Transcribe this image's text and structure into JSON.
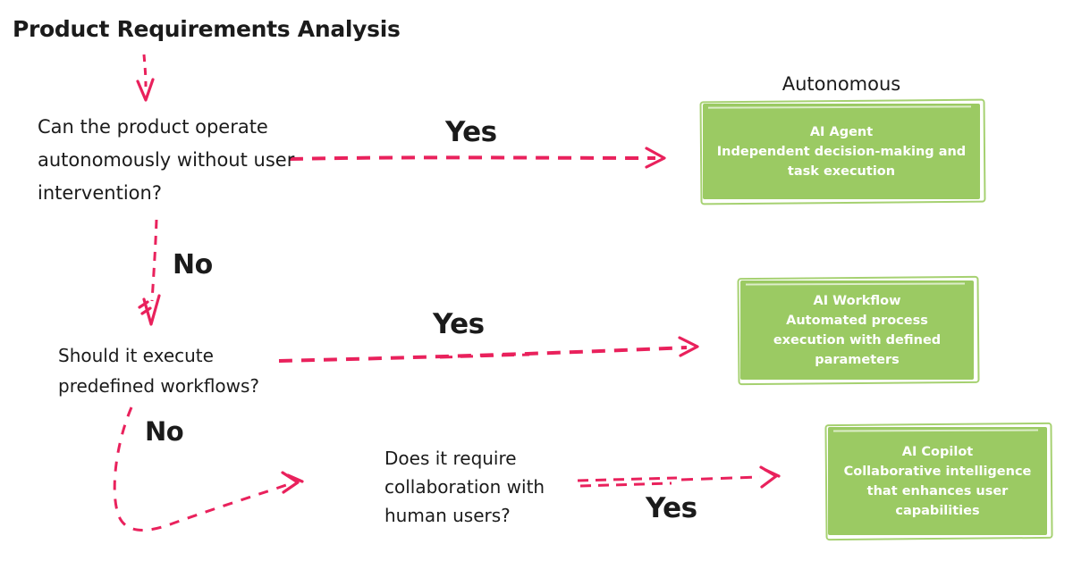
{
  "flow": {
    "title": "Product Requirements Analysis",
    "q1": {
      "text": "Can the product operate autonomously without user intervention?",
      "yes_label": "Yes",
      "no_label": "No"
    },
    "q2": {
      "text": "Should it execute predefined workflows?",
      "yes_label": "Yes",
      "no_label": "No"
    },
    "q3": {
      "text": "Does it require collaboration with human users?",
      "yes_label": "Yes"
    },
    "branch_label": "Autonomous",
    "outcomes": {
      "agent": {
        "name": "AI Agent",
        "description": "Independent decision-making and task execution"
      },
      "workflow": {
        "name": "AI Workflow",
        "description": "Automated process execution with defined parameters"
      },
      "copilot": {
        "name": "AI Copilot",
        "description": "Collaborative intelligence that enhances user capabilities"
      }
    }
  },
  "colors": {
    "arrow": "#e9215c",
    "box-fill": "#9bca63",
    "box-outline": "#a6d171",
    "box-text": "#ffffff",
    "ink": "#1b1b1b"
  }
}
